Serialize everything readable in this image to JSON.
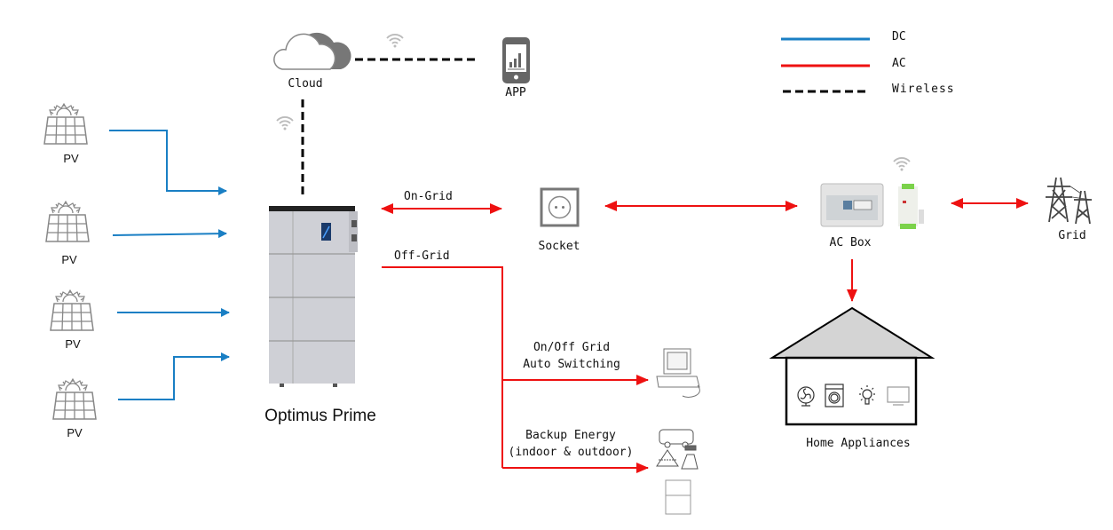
{
  "legend": {
    "items": [
      {
        "label": "DC",
        "color": "#1a7fc4",
        "style": "solid"
      },
      {
        "label": "AC",
        "color": "#ee1111",
        "style": "solid"
      },
      {
        "label": "Wireless",
        "color": "#000000",
        "style": "dashed"
      }
    ]
  },
  "nodes": {
    "cloud": "Cloud",
    "app": "APP",
    "pv": [
      "PV",
      "PV",
      "PV",
      "PV"
    ],
    "inverter": "Optimus Prime",
    "socket": "Socket",
    "ac_box": "AC Box",
    "grid": "Grid",
    "home": "Home Appliances"
  },
  "links": {
    "on_grid": "On-Grid",
    "off_grid": "Off-Grid",
    "auto_switch_line1": "On/Off Grid",
    "auto_switch_line2": "Auto Switching",
    "backup_line1": "Backup Energy",
    "backup_line2": "(indoor & outdoor)"
  },
  "colors": {
    "dc": "#1a7fc4",
    "ac": "#ee1111",
    "wireless": "#000000",
    "icon_gray": "#8a8a8a"
  }
}
